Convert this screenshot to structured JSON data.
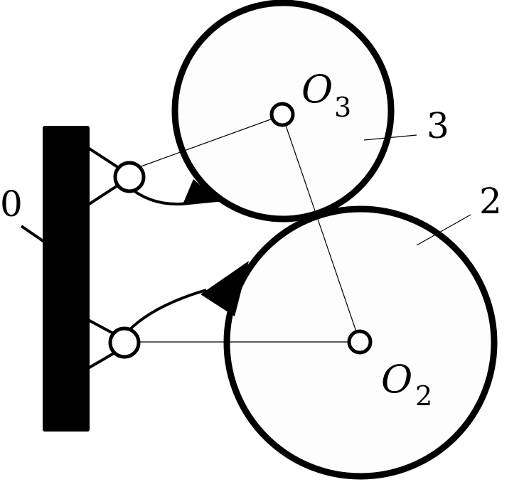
{
  "labels": {
    "frame": "0",
    "wheel2": "2",
    "wheel3": "3",
    "center2": {
      "letter": "O",
      "sub": "2"
    },
    "center3": {
      "letter": "O",
      "sub": "3"
    }
  },
  "colors": {
    "stroke": "#000000",
    "wheel_fill": "#fdfdfd",
    "background": "#ffffff"
  }
}
